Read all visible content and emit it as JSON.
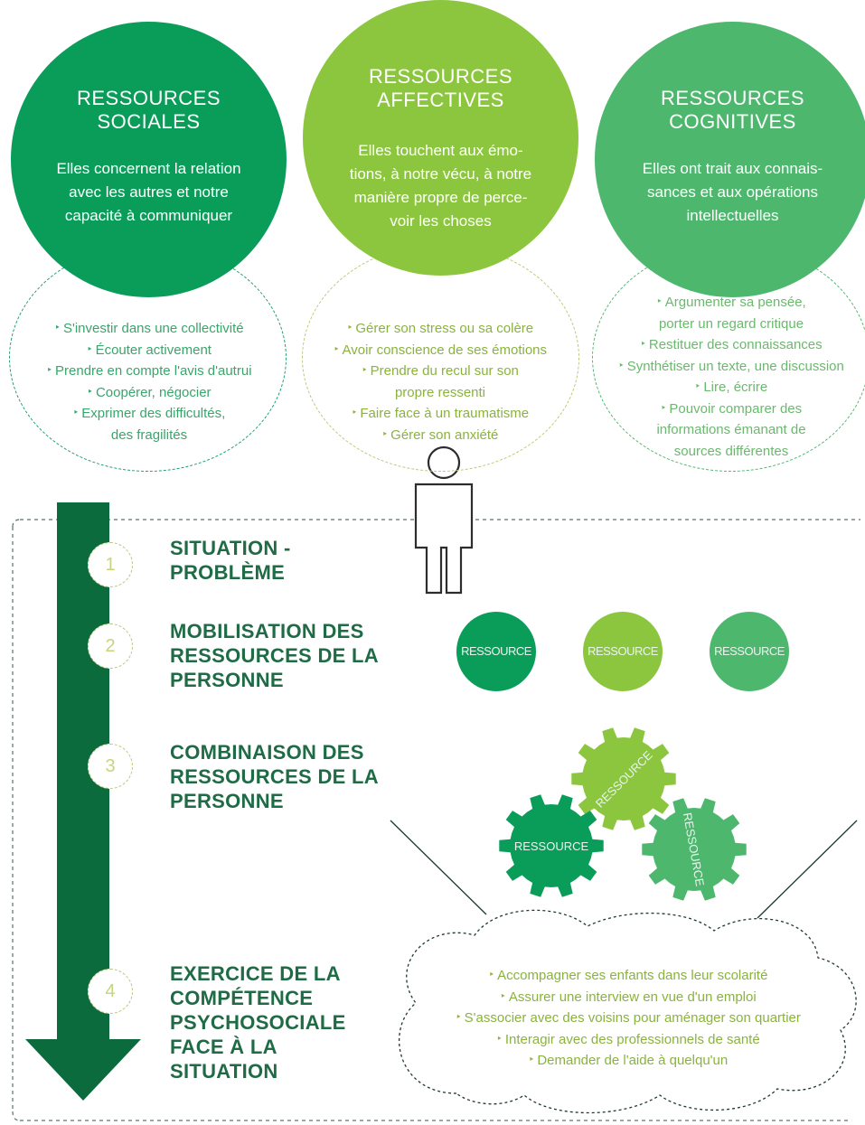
{
  "colors": {
    "social": "#0a9d5a",
    "affective": "#8cc63f",
    "cognitive": "#4db76e",
    "arrow": "#0b6b3d",
    "step_text": "#1f6b45",
    "list_text": "#8ab33e"
  },
  "resources": [
    {
      "title_line1": "RESSOURCES",
      "title_line2": "SOCIALES",
      "desc_lines": [
        "Elles concernent la relation",
        "avec les autres et notre",
        "capacité à communiquer"
      ],
      "items": [
        "S'investir dans une collectivité",
        "Écouter activement",
        "Prendre en compte l'avis d'autrui",
        "Coopérer, négocier",
        "Exprimer des difficultés,",
        "des fragilités"
      ]
    },
    {
      "title_line1": "RESSOURCES",
      "title_line2": "AFFECTIVES",
      "desc_lines": [
        "Elles touchent aux émo-",
        "tions, à notre vécu, à notre",
        "manière propre de perce-",
        "voir les choses"
      ],
      "items": [
        "Gérer son stress ou sa colère",
        "Avoir conscience de ses émotions",
        "Prendre du recul sur son",
        "propre ressenti",
        "Faire face à un traumatisme",
        "Gérer son anxiété"
      ]
    },
    {
      "title_line1": "RESSOURCES",
      "title_line2": "COGNITIVES",
      "desc_lines": [
        "Elles ont trait aux connais-",
        "sances et aux opérations",
        "intellectuelles"
      ],
      "items": [
        "Argumenter sa pensée,",
        "porter un regard critique",
        "Restituer des connaissances",
        "Synthétiser un texte, une discussion",
        "Lire, écrire",
        "Pouvoir comparer des",
        "informations émanant de",
        "sources différentes"
      ]
    }
  ],
  "steps": [
    {
      "number": "1",
      "lines": [
        "SITUATION -",
        "PROBLÈME"
      ]
    },
    {
      "number": "2",
      "lines": [
        "MOBILISATION DES",
        "RESSOURCES DE LA",
        "PERSONNE"
      ]
    },
    {
      "number": "3",
      "lines": [
        "COMBINAISON DES",
        "RESSOURCES DE LA",
        "PERSONNE"
      ]
    },
    {
      "number": "4",
      "lines": [
        "EXERCICE DE LA",
        "COMPÉTENCE",
        "PSYCHOSOCIALE",
        "FACE À LA",
        "SITUATION"
      ]
    }
  ],
  "resource_label": "RESSOURCE",
  "situations": [
    "Accompagner ses enfants dans leur scolarité",
    "Assurer une interview en vue d'un emploi",
    "S'associer avec des voisins pour aménager son quartier",
    "Interagir avec des professionnels de santé",
    "Demander de l'aide à quelqu'un"
  ],
  "icons": {
    "person": "person-icon",
    "gear": "gear-icon",
    "arrow": "down-arrow"
  }
}
